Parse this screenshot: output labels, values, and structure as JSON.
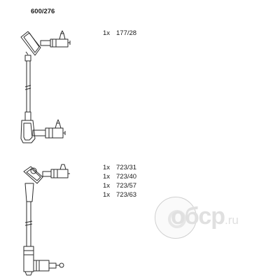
{
  "part_number": "600/276",
  "groups": [
    {
      "items": [
        {
          "qty": "1x",
          "code": "177/28"
        }
      ]
    },
    {
      "items": [
        {
          "qty": "1x",
          "code": "723/31"
        },
        {
          "qty": "1x",
          "code": "723/40"
        },
        {
          "qty": "1x",
          "code": "723/57"
        },
        {
          "qty": "1x",
          "code": "723/63"
        }
      ]
    }
  ],
  "watermark": {
    "brand": "oбсp",
    "suffix": ".ru"
  },
  "colors": {
    "line": "#2a2a2a",
    "watermark": "#e0e0e0"
  }
}
